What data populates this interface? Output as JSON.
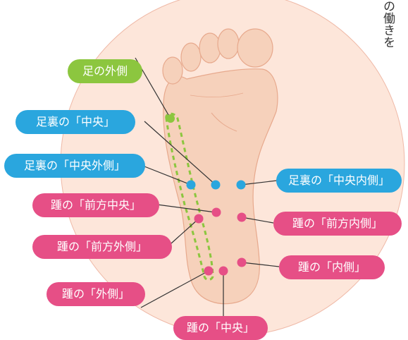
{
  "side_text": "の働きを",
  "labels": {
    "foot_outer_side": "足の外側",
    "sole_center": "足裏の「中央」",
    "sole_center_outer": "足裏の「中央外側」",
    "sole_center_inner": "足裏の「中央内側」",
    "heel_front_center": "踵の「前方中央」",
    "heel_front_outer": "踵の「前方外側」",
    "heel_front_inner": "踵の「前方内側」",
    "heel_inner": "踵の「内側」",
    "heel_outer": "踵の「外側」",
    "heel_center": "踵の「中央」"
  },
  "colors": {
    "background_circle": "#fde6da",
    "circle_outline": "#efb9a7",
    "foot_fill": "#f6d1bb",
    "foot_line": "#e7a98d",
    "green": "#8cc63f",
    "blue": "#2aa6de",
    "pink": "#e64f86",
    "leader_line": "#333333"
  }
}
